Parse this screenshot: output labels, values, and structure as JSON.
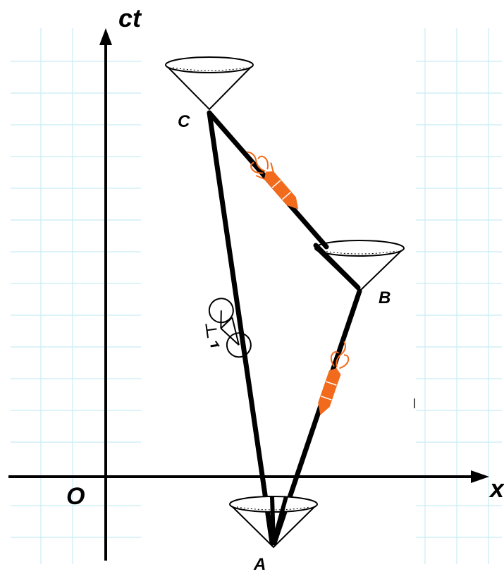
{
  "axes": {
    "vertical_label": "ct",
    "horizontal_label": "x",
    "origin_label": "O"
  },
  "events": {
    "a": {
      "label": "A"
    },
    "b": {
      "label": "B"
    },
    "c": {
      "label": "C"
    }
  },
  "colors": {
    "grid": "#c8ecf4",
    "ink": "#000000",
    "rocket": "#f26a1b"
  },
  "icons": [
    "bicycle-icon",
    "rocket-icon"
  ]
}
